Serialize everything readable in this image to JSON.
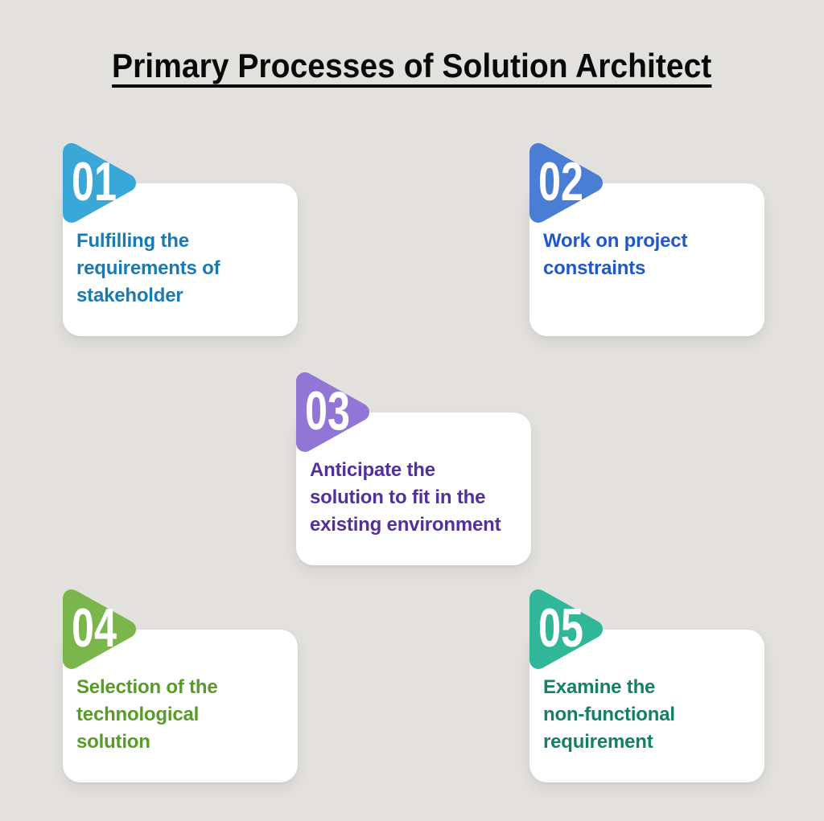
{
  "title": "Primary Processes of Solution Architect",
  "colors": {
    "background": "#E3E1DE",
    "card_background": "#FFFFFF",
    "title_text": "#0A0A0A",
    "number_text": "#FFFFFF"
  },
  "cards": [
    {
      "number": "01",
      "lines": [
        "Fulfilling the",
        "requirements of",
        "stakeholder"
      ],
      "triangle_color": "#3AA7D9",
      "text_color": "#1B7AB1"
    },
    {
      "number": "02",
      "lines": [
        "Work on project",
        "constraints",
        ""
      ],
      "triangle_color": "#4A7DD4",
      "text_color": "#2059C6"
    },
    {
      "number": "03",
      "lines": [
        "Anticipate the",
        "solution to fit in the",
        "existing environment"
      ],
      "triangle_color": "#9176D6",
      "text_color": "#52309F"
    },
    {
      "number": "04",
      "lines": [
        "Selection of the",
        "technological",
        "solution"
      ],
      "triangle_color": "#7AB64B",
      "text_color": "#579B28"
    },
    {
      "number": "05",
      "lines": [
        "Examine the",
        "non-functional",
        "requirement"
      ],
      "triangle_color": "#2FB798",
      "text_color": "#148167"
    }
  ]
}
